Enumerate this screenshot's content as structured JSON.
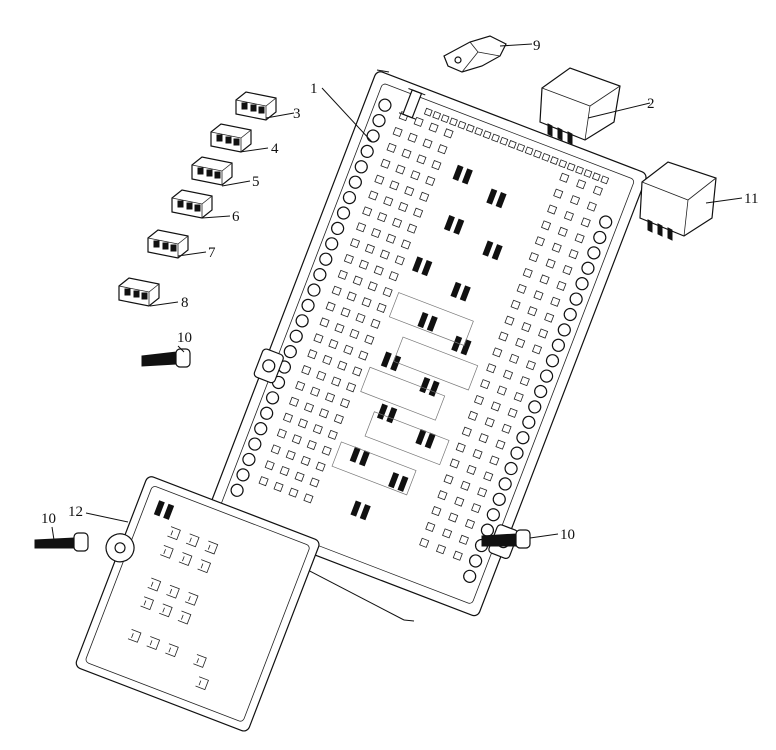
{
  "callouts": {
    "c1": "1",
    "c2": "2",
    "c3": "3",
    "c4": "4",
    "c5": "5",
    "c6": "6",
    "c7": "7",
    "c8": "8",
    "c9": "9",
    "c10a": "10",
    "c10b": "10",
    "c10c": "10",
    "c11": "11",
    "c12": "12"
  }
}
